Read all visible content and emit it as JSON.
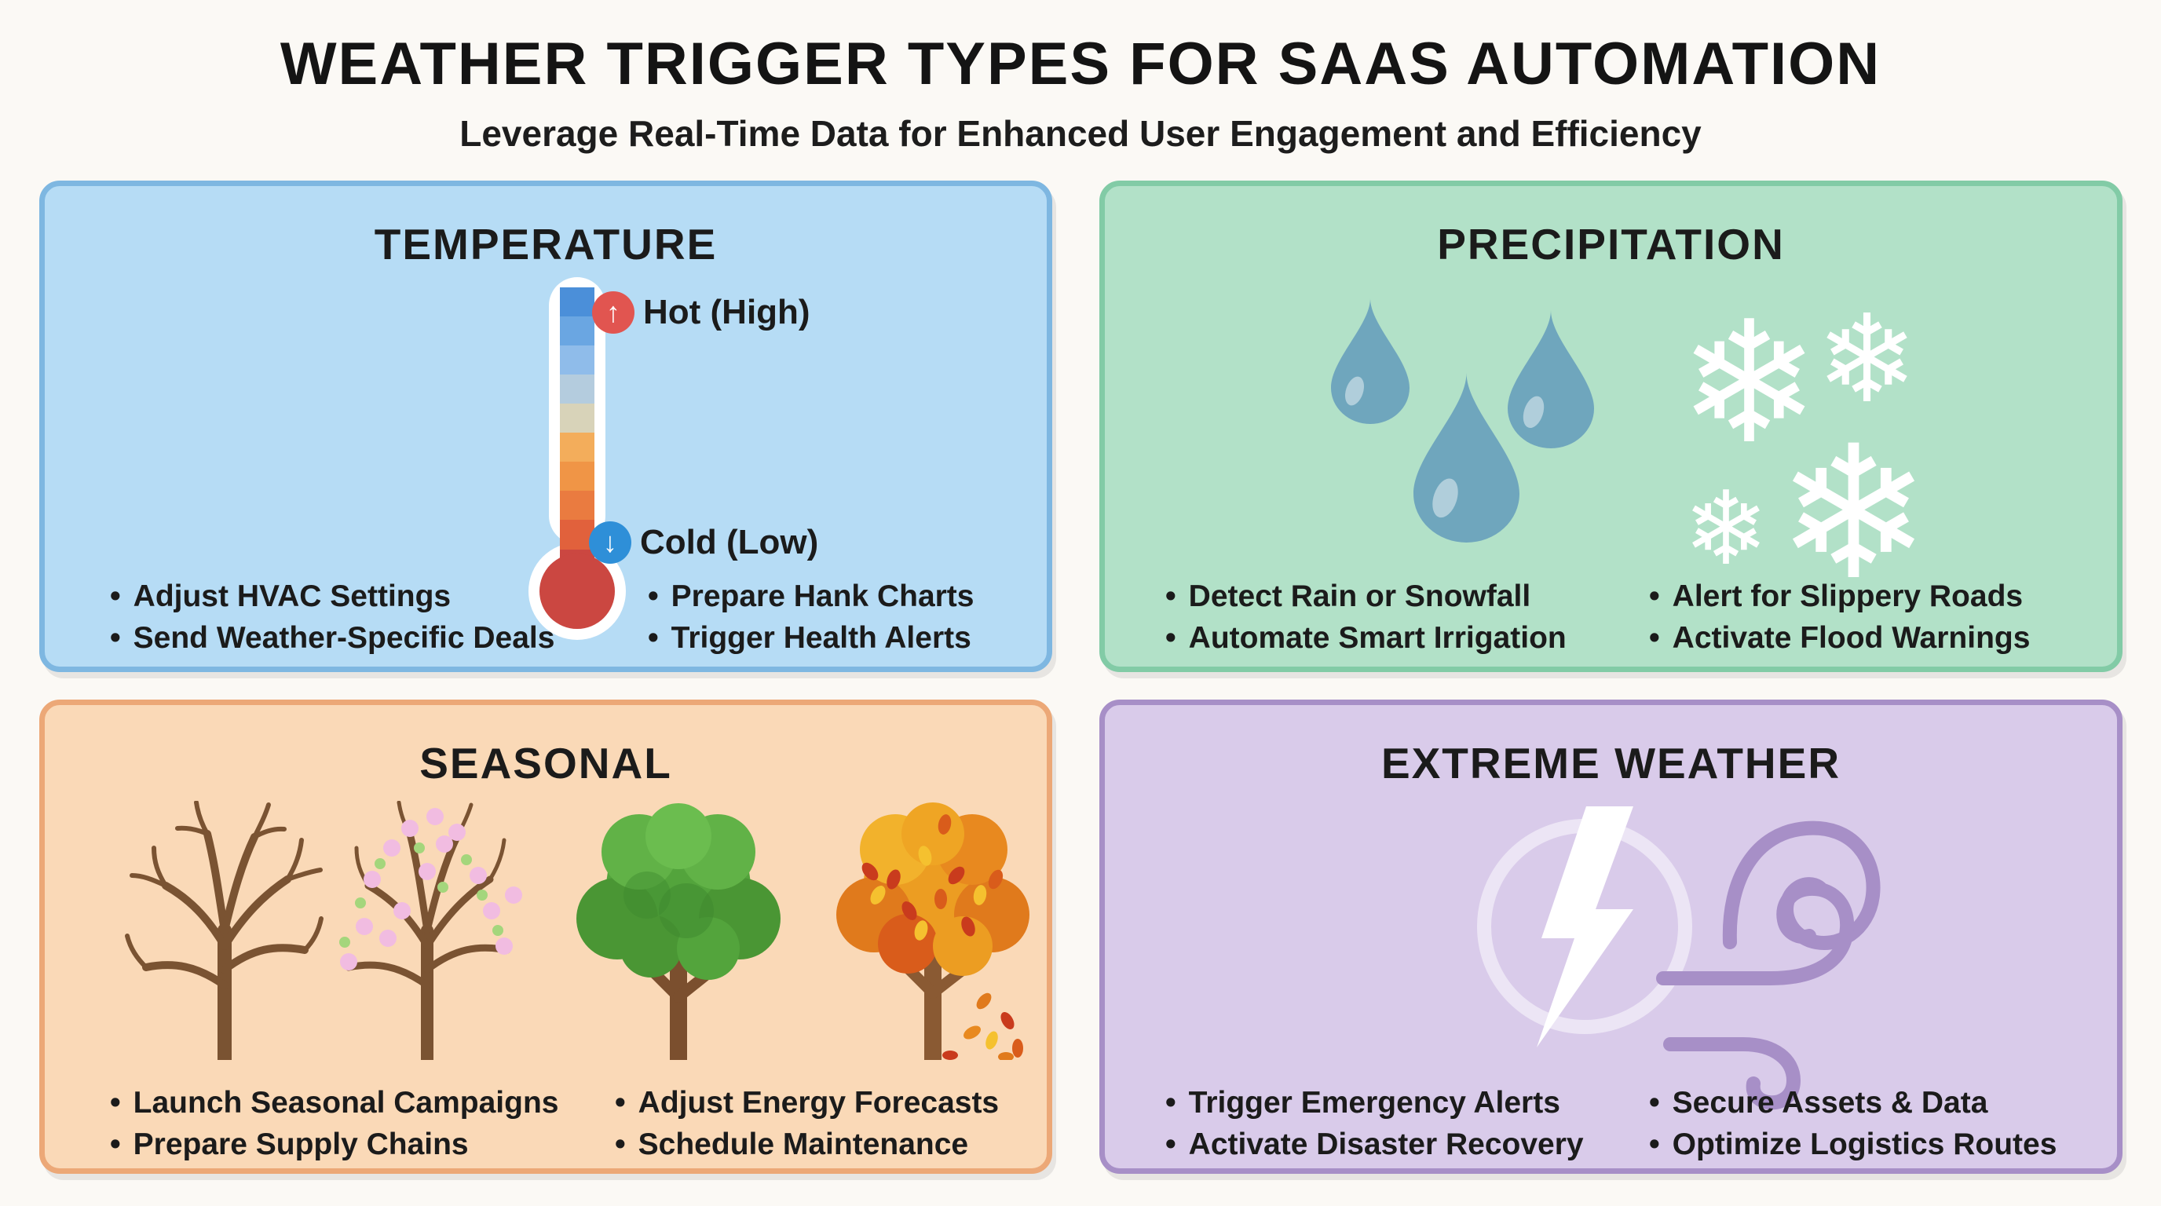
{
  "header": {
    "title": "WEATHER TRIGGER TYPES FOR SAAS AUTOMATION",
    "subtitle": "Leverage Real-Time Data for Enhanced User Engagement and Efficiency"
  },
  "ui": {
    "bullet": "•",
    "arrow_up": "↑",
    "arrow_down": "↓",
    "snowflake": "❄"
  },
  "cards": {
    "temperature": {
      "title": "TEMPERATURE",
      "hot_label": "Hot (High)",
      "cold_label": "Cold (Low)",
      "bullets": [
        "Adjust HVAC Settings",
        "Send Weather-Specific Deals",
        "Prepare Hank Charts",
        "Trigger Health Alerts"
      ],
      "colors": {
        "bg": "#B6DCF5",
        "border": "#7EB7E1",
        "hot_badge": "#E15550",
        "cold_badge": "#2E8FD8"
      }
    },
    "precipitation": {
      "title": "PRECIPITATION",
      "bullets": [
        "Detect Rain or Snowfall",
        "Automate Smart Irrigation",
        "Alert for Slippery Roads",
        "Activate Flood Warnings"
      ],
      "colors": {
        "bg": "#B2E1C8",
        "border": "#82CBA6",
        "raindrop": "#6FA6BD",
        "snowflake": "#FFFFFF"
      }
    },
    "seasonal": {
      "title": "SEASONAL",
      "bullets": [
        "Launch Seasonal Campaigns",
        "Prepare Supply Chains",
        "Adjust Energy Forecasts",
        "Schedule Maintenance"
      ],
      "colors": {
        "bg": "#FAD9B7",
        "border": "#ECA877"
      }
    },
    "extreme": {
      "title": "EXTREME WEATHER",
      "bullets": [
        "Trigger Emergency Alerts",
        "Activate Disaster Recovery",
        "Secure Assets & Data",
        "Optimize Logistics Routes"
      ],
      "colors": {
        "bg": "#D9CBEA",
        "border": "#A78FC7",
        "bolt": "#FFFFFF",
        "wind": "#A78FC7"
      }
    }
  }
}
